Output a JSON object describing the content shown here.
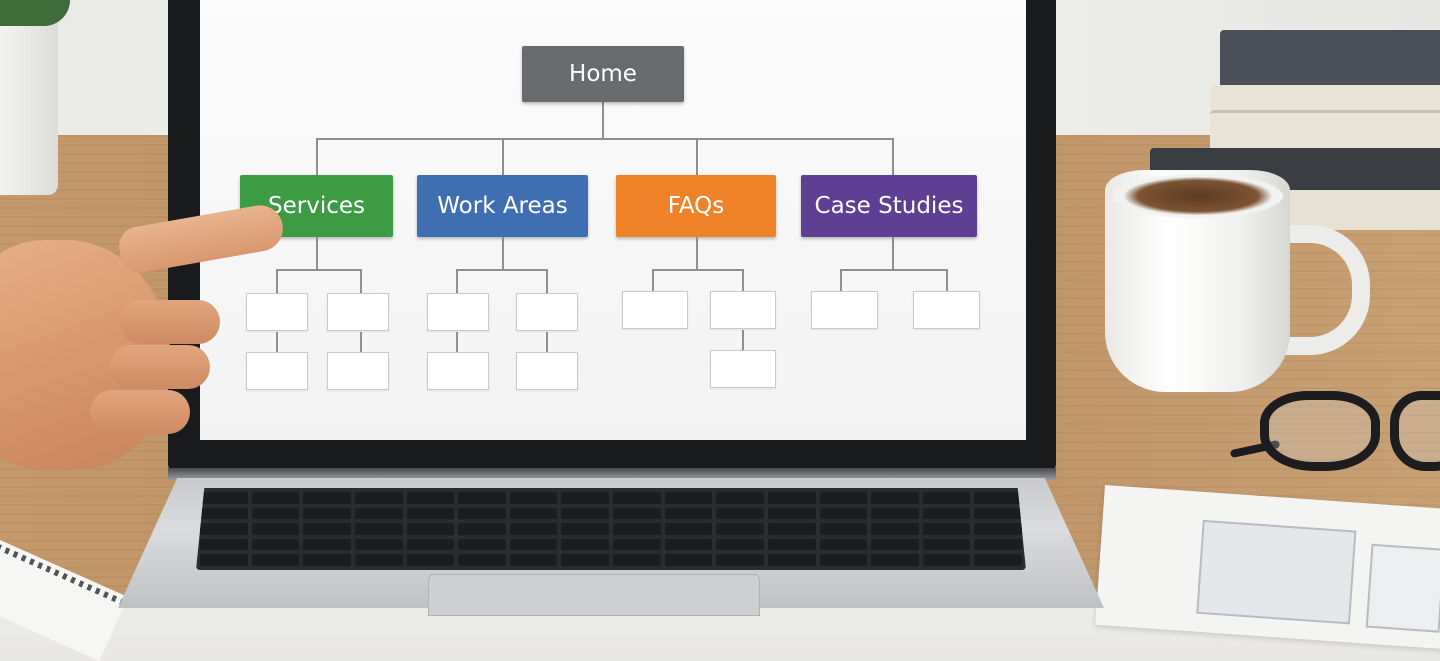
{
  "diagram": {
    "root": {
      "label": "Home",
      "color": "#6a6b6e"
    },
    "branches": [
      {
        "label": "Services",
        "color": "#3d9b43"
      },
      {
        "label": "Work Areas",
        "color": "#3f6fb2"
      },
      {
        "label": "FAQs",
        "color": "#ef8129"
      },
      {
        "label": "Case Studies",
        "color": "#5e3f94"
      }
    ]
  },
  "connector_color": "#8d8f93"
}
